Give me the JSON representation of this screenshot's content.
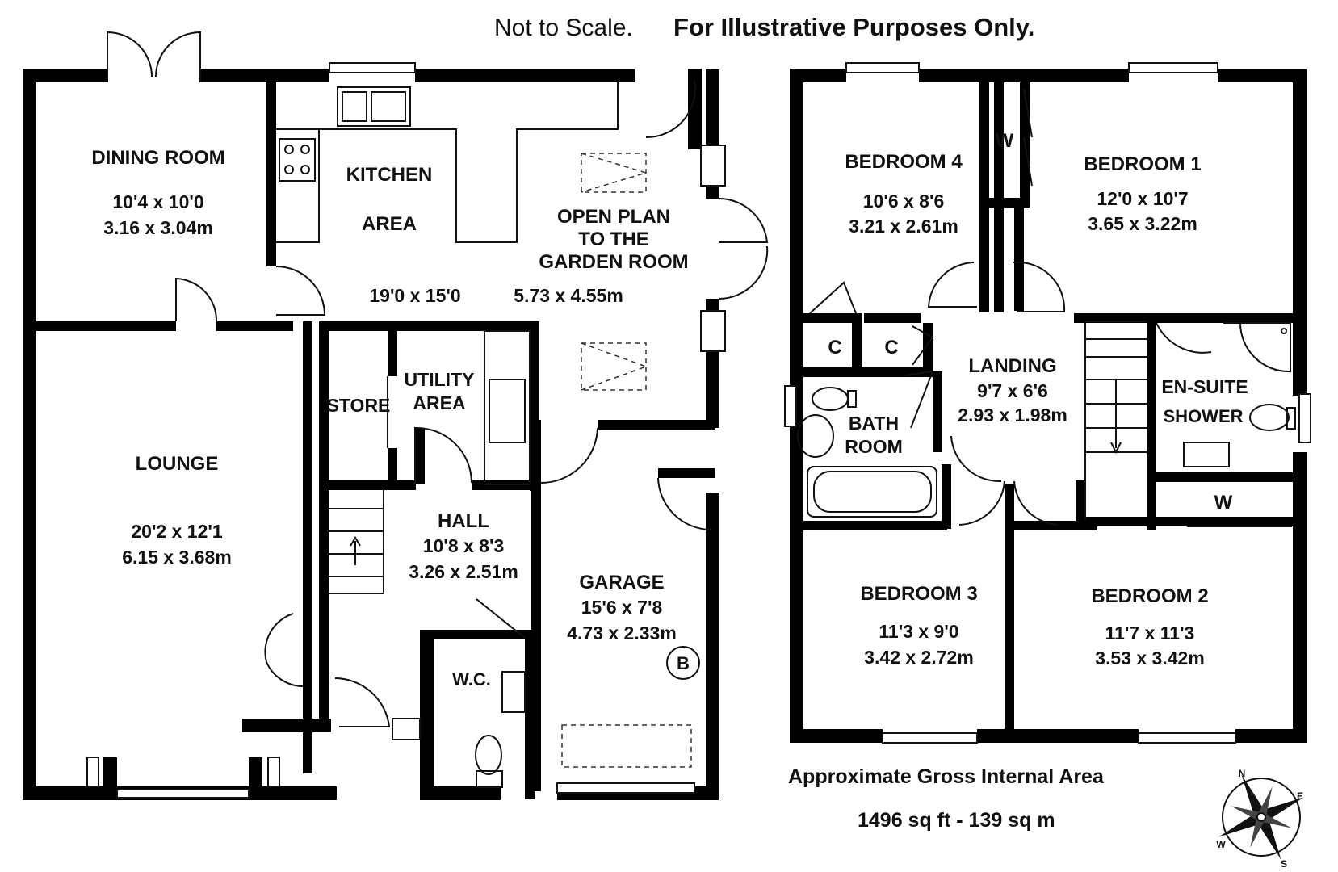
{
  "header": {
    "scale_note": "Not to Scale.",
    "disclaimer": "For Illustrative Purposes Only."
  },
  "ground_floor": {
    "dining": {
      "name": "DINING ROOM",
      "imperial": "10'4 x 10'0",
      "metric": "3.16 x 3.04m"
    },
    "kitchen": {
      "name_line1": "KITCHEN",
      "name_line2": "AREA"
    },
    "garden_room": {
      "line1": "OPEN PLAN",
      "line2": "TO THE",
      "line3": "GARDEN ROOM"
    },
    "open_plan_size": {
      "imperial": "19'0 x 15'0",
      "metric": "5.73 x 4.55m"
    },
    "store": {
      "name": "STORE"
    },
    "utility": {
      "line1": "UTILITY",
      "line2": "AREA"
    },
    "lounge": {
      "name": "LOUNGE",
      "imperial": "20'2 x 12'1",
      "metric": "6.15 x 3.68m"
    },
    "hall": {
      "name": "HALL",
      "imperial": "10'8 x 8'3",
      "metric": "3.26 x 2.51m"
    },
    "wc": {
      "name": "W.C."
    },
    "garage": {
      "name": "GARAGE",
      "imperial": "15'6 x 7'8",
      "metric": "4.73 x 2.33m",
      "boiler": "B"
    }
  },
  "first_floor": {
    "bedroom4": {
      "name": "BEDROOM 4",
      "imperial": "10'6 x 8'6",
      "metric": "3.21 x 2.61m"
    },
    "bedroom1": {
      "name": "BEDROOM  1",
      "imperial": "12'0 x 10'7",
      "metric": "3.65 x 3.22m"
    },
    "wardrobe1": "W",
    "cupboard_a": "C",
    "cupboard_b": "C",
    "landing": {
      "name": "LANDING",
      "imperial": "9'7 x 6'6",
      "metric": "2.93 x 1.98m"
    },
    "bathroom": {
      "line1": "BATH",
      "line2": "ROOM"
    },
    "ensuite": {
      "line1": "EN-SUITE",
      "line2": "SHOWER"
    },
    "wardrobe2": "W",
    "bedroom3": {
      "name": "BEDROOM  3",
      "imperial": "11'3 x 9'0",
      "metric": "3.42 x 2.72m"
    },
    "bedroom2": {
      "name": "BEDROOM  2",
      "imperial": "11'7 x 11'3",
      "metric": "3.53 x 3.42m"
    }
  },
  "area": {
    "title": "Approximate Gross Internal Area",
    "value": "1496 sq ft - 139 sq m"
  },
  "compass": {
    "n": "N",
    "e": "E",
    "s": "S",
    "w": "W"
  }
}
